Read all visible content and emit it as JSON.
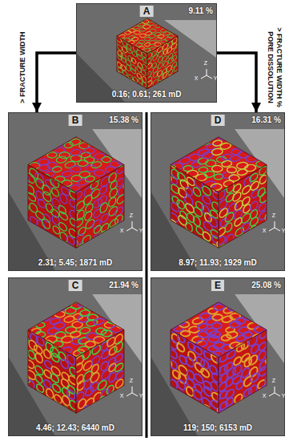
{
  "diagram": {
    "nodes": [
      {
        "text": [
          "A",
          "9.11 %",
          "0.16; 0.61; 261 mD"
        ]
      },
      {
        "text": [
          "B",
          "15.38 %",
          "2.31; 5.45; 1871 mD"
        ]
      },
      {
        "text": [
          "C",
          "21.94 %",
          "4.46; 12.43; 6440 mD"
        ]
      },
      {
        "text": [
          "D",
          "16.31 %",
          "8.97; 11.93; 1929 mD"
        ]
      },
      {
        "text": [
          "E",
          "25.08 %",
          "119; 150; 6153 mD"
        ]
      }
    ],
    "edges": [
      {
        "from": 0,
        "to": 1,
        "arrow": "to",
        "label": "> FRACTURE WIDTH"
      },
      {
        "from": 0,
        "to": 3,
        "arrow": "to",
        "label": "> FRACTURE WIDTH % PORE DISSOLUTION"
      }
    ],
    "labels": [
      "Z",
      "X",
      "Y",
      "Z",
      "X",
      "Y",
      "Z",
      "X",
      "Y",
      "Z",
      "X",
      "Y",
      "Z",
      "X",
      "Y"
    ]
  }
}
